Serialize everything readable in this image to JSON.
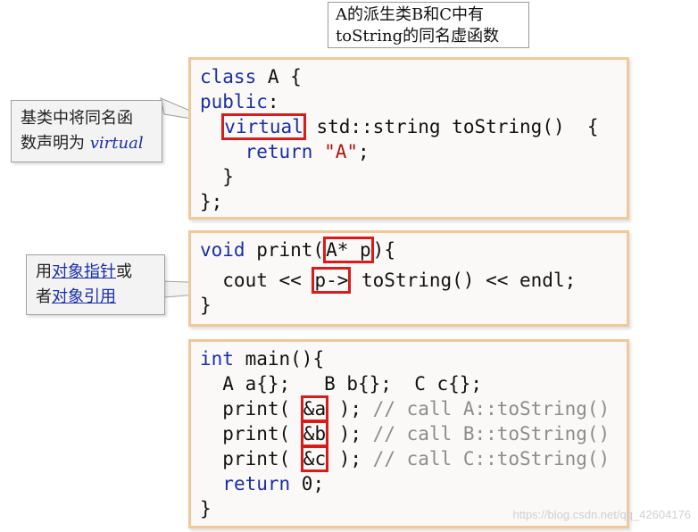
{
  "top_note": {
    "line1": "A的派生类B和C中有",
    "line2": "toString的同名虚函数"
  },
  "callout_virtual": {
    "line1": "基类中将同名函",
    "line2_prefix": "数声明为 ",
    "line2_em": "virtual"
  },
  "callout_pointer": {
    "l1_prefix": "用",
    "l1_link": "对象指针",
    "l1_suffix": "或",
    "l2_prefix": "者",
    "l2_link": "对象引用"
  },
  "code_class": {
    "l1_kw": "class",
    "l1_rest": " A {",
    "l2_kw": "public",
    "l2_rest": ":",
    "l3_indent": "  ",
    "l3_virtual": "virtual",
    "l3_rest": " std::string toString()  {",
    "l4_indent": "    ",
    "l4_kw": "return",
    "l4_sp": " ",
    "l4_str": "\"A\"",
    "l4_end": ";",
    "l5": "  }",
    "l6": "};"
  },
  "code_print": {
    "l1_kw": "void",
    "l1_a": " print(",
    "l1_param": "A* p",
    "l1_b": "){",
    "l2_a": "  cout << ",
    "l2_arrow": "p->",
    "l2_b": " toString() << endl;",
    "l3": "}"
  },
  "code_main": {
    "l1_kw": "int",
    "l1_rest": " main(){",
    "l2": "  A a{};   B b{};  C c{};",
    "l3_a": "  print( ",
    "l3_arg": "&a",
    "l3_b": " ); ",
    "l3_cmt": "// call A::toString()",
    "l4_a": "  print( ",
    "l4_arg": "&b",
    "l4_b": " ); ",
    "l4_cmt": "// call B::toString()",
    "l5_a": "  print( ",
    "l5_arg": "&c",
    "l5_b": " ); ",
    "l5_cmt": "// call C::toString()",
    "l6_indent": "  ",
    "l6_kw": "return",
    "l6_rest": " 0;",
    "l7": "}"
  },
  "watermark": "https://blog.csdn.net/qq_42604176",
  "colors": {
    "keyword": "#1a2ea6",
    "string": "#b01414",
    "comment": "#8c8c8c",
    "highlight_border": "#d81b1b",
    "box_border": "#f0c89a"
  }
}
